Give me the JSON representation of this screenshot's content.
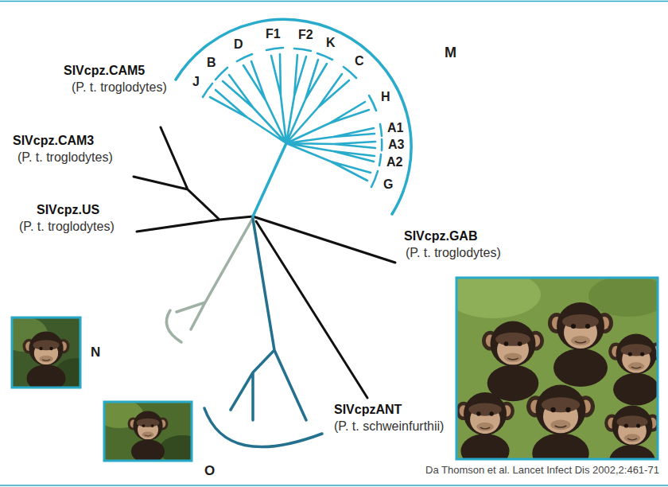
{
  "diagram": {
    "labels": [
      "M",
      "J",
      "B",
      "D",
      "F1",
      "F2",
      "K",
      "C",
      "H",
      "A1",
      "A3",
      "A2",
      "G",
      "SIVcpz.CAM5",
      "(P. t. troglodytes)",
      "SIVcpz.CAM3",
      "(P. t. troglodytes)",
      "SIVcpz.US",
      "(P. t. troglodytes)",
      "SIVcpz.GAB",
      "(P. t. troglodytes)",
      "N",
      "O",
      "SIVcpzANT",
      "(P. t. schweinfurthii)",
      "Da Thomson et al. Lancet Infect Dis 2002,2:461-71"
    ]
  }
}
